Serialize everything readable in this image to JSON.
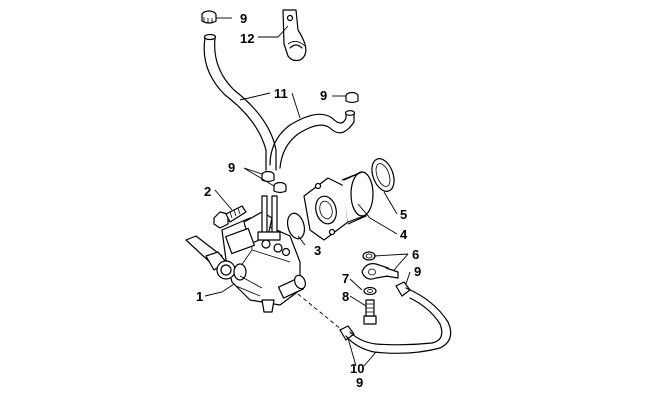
{
  "callouts": {
    "c1": "1",
    "c2": "2",
    "c3": "3",
    "c4": "4",
    "c5": "5",
    "c6": "6",
    "c7": "7",
    "c8": "8",
    "c9a": "9",
    "c9b": "9",
    "c9c": "9",
    "c9d": "9",
    "c9e": "9",
    "c10": "10",
    "c11": "11",
    "c12": "12"
  }
}
